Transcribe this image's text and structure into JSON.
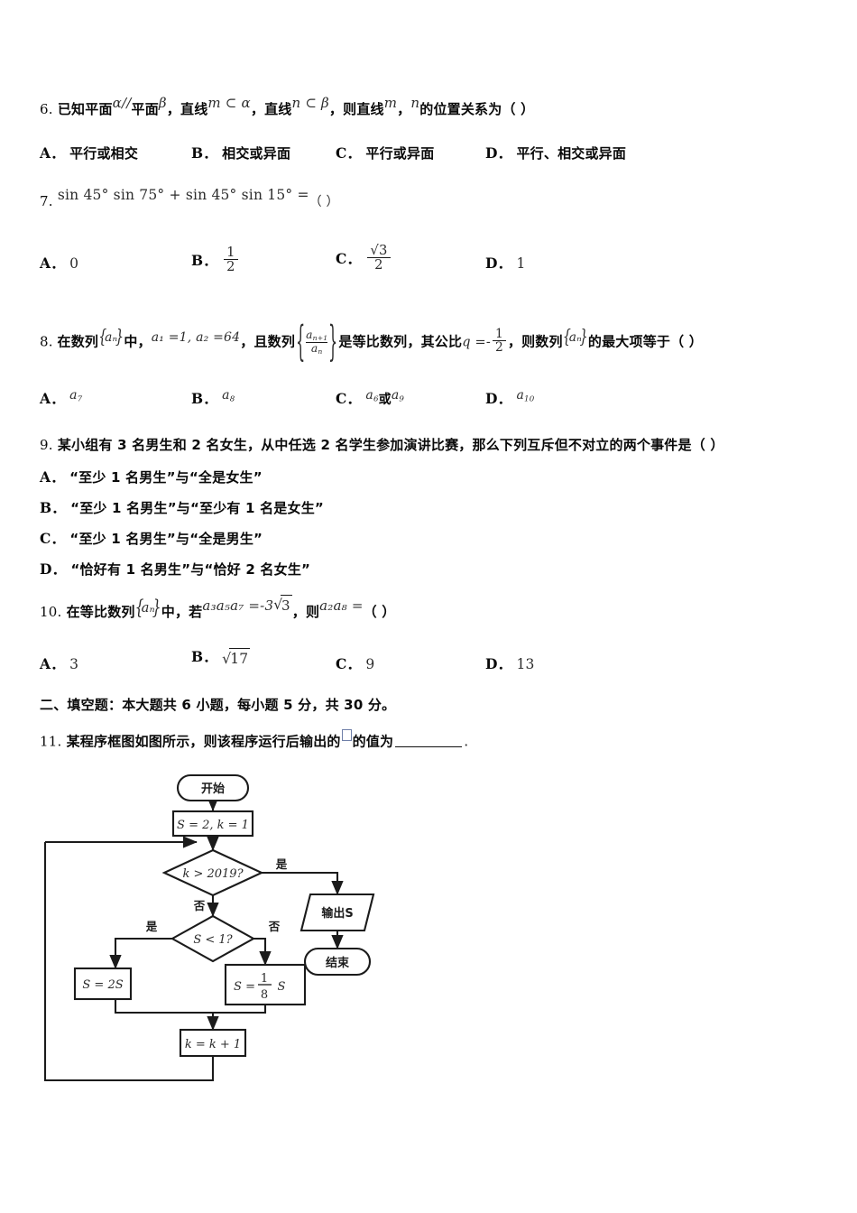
{
  "document": {
    "type": "math-exam-paper",
    "language": "zh-CN"
  },
  "questions": [
    {
      "number": "6.",
      "stem_parts": {
        "p1": "已知平面",
        "m1": "α//",
        "p2": "平面",
        "m2": "β",
        "p3": "，直线",
        "m3": "m ⊂ α",
        "p4": "，直线",
        "m4": "n ⊂ β",
        "p5": "，则直线",
        "m5": "m",
        "p6": "，",
        "m6": "n",
        "p7": "的位置关系为（    ）"
      },
      "options": [
        {
          "letter": "A．",
          "text": "平行或相交"
        },
        {
          "letter": "B．",
          "text": "相交或异面"
        },
        {
          "letter": "C．",
          "text": "平行或异面"
        },
        {
          "letter": "D．",
          "text": "平行、相交或异面"
        }
      ]
    },
    {
      "number": "7.",
      "stem_math": "sin 45° sin 75° + sin 45° sin 15° =",
      "stem_tail": "（ ）",
      "options": [
        {
          "letter": "A．",
          "text": "0"
        },
        {
          "letter": "B．",
          "num": "1",
          "den": "2"
        },
        {
          "letter": "C．",
          "num": "√3",
          "den": "2"
        },
        {
          "letter": "D．",
          "text": "1"
        }
      ]
    },
    {
      "number": "8.",
      "stem_parts": {
        "p1": "在数列",
        "set1": "aₙ",
        "p2": "中，",
        "m1": "a₁ =1, a₂ =64",
        "p3": "，且数列",
        "frac_num": "a",
        "frac_num_sub": "n+1",
        "frac_den": "a",
        "frac_den_sub": "n",
        "p4": "是等比数列，其公比",
        "m2": "q =-",
        "q_num": "1",
        "q_den": "2",
        "p5": "，则数列",
        "set2": "aₙ",
        "p6": "的最大项等于（    ）"
      },
      "options": [
        {
          "letter": "A．",
          "base": "a",
          "sub": "7"
        },
        {
          "letter": "B．",
          "base": "a",
          "sub": "8"
        },
        {
          "letter": "C．",
          "base": "a",
          "sub": "6",
          "mid": "或",
          "base2": "a",
          "sub2": "9"
        },
        {
          "letter": "D．",
          "base": "a",
          "sub": "10"
        }
      ]
    },
    {
      "number": "9.",
      "stem": "某小组有 3 名男生和 2 名女生，从中任选 2 名学生参加演讲比赛，那么下列互斥但不对立的两个事件是（ ）",
      "options": [
        {
          "letter": "A．",
          "text": "“至少 1 名男生”与“全是女生”"
        },
        {
          "letter": "B．",
          "text": "“至少 1 名男生”与“至少有 1 名是女生”"
        },
        {
          "letter": "C．",
          "text": "“至少 1 名男生”与“全是男生”"
        },
        {
          "letter": "D．",
          "text": "“恰好有 1 名男生”与“恰好 2 名女生”"
        }
      ]
    },
    {
      "number": "10.",
      "stem_parts": {
        "p1": "在等比数列",
        "set1": "aₙ",
        "p2": "中，若",
        "m1": "a₃a₅a₇ =-3",
        "sqrt1": "3",
        "p3": "，则",
        "m2": "a₂a₈ =",
        "p4": "（    ）"
      },
      "options": [
        {
          "letter": "A．",
          "text": "3"
        },
        {
          "letter": "B．",
          "sqrt": "17"
        },
        {
          "letter": "C．",
          "text": "9"
        },
        {
          "letter": "D．",
          "text": "13"
        }
      ]
    }
  ],
  "section_two": {
    "heading": "二、填空题：本大题共 6 小题，每小题 5 分，共 30 分。"
  },
  "question11": {
    "number": "11.",
    "stem_p1": "某程序框图如图所示，则该程序运行后输出的",
    "stem_p2": "的值为",
    "stem_tail": "."
  },
  "flowchart": {
    "nodes": {
      "start": "开始",
      "init": "S = 2, k = 1",
      "cond1": "k > 2019?",
      "cond2": "S < 1?",
      "proc_yes": "S = 2S",
      "proc_no_num": "1",
      "proc_no_den": "8",
      "proc_no_prefix": "S =",
      "proc_no_suffix": "S",
      "output": "输出S",
      "end": "结束",
      "increment": "k = k + 1"
    },
    "edge_labels": {
      "cond1_yes": "是",
      "cond1_no": "否",
      "cond2_yes": "是",
      "cond2_no": "否"
    }
  }
}
